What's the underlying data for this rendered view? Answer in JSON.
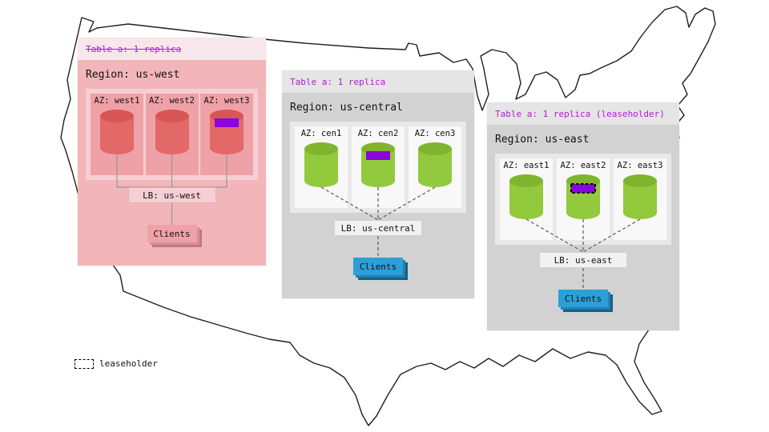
{
  "legend": {
    "label": "leaseholder"
  },
  "colors": {
    "table_label_purple": "#b11ccf",
    "range_purple": "#8b06dd",
    "cyl_red_body": "#e36868",
    "cyl_red_top": "#d85656",
    "cyl_green_body": "#93c93c",
    "cyl_green_top": "#7fb52e",
    "clients_blue": "#2d9fd8",
    "clients_pink": "#efa1a8"
  },
  "regions": [
    {
      "table_label": "Table a: 1 replica",
      "table_label_struck": true,
      "region_label": "Region: us-west",
      "azs": [
        "AZ: west1",
        "AZ: west2",
        "AZ: west3"
      ],
      "replica_az": "AZ: west3",
      "leaseholder": false,
      "lb_label": "LB: us-west",
      "clients_label": "Clients"
    },
    {
      "table_label": "Table a: 1 replica",
      "table_label_struck": false,
      "region_label": "Region: us-central",
      "azs": [
        "AZ: cen1",
        "AZ: cen2",
        "AZ: cen3"
      ],
      "replica_az": "AZ: cen2",
      "leaseholder": false,
      "lb_label": "LB: us-central",
      "clients_label": "Clients"
    },
    {
      "table_label": "Table a: 1 replica (leaseholder)",
      "table_label_struck": false,
      "region_label": "Region: us-east",
      "azs": [
        "AZ: east1",
        "AZ: east2",
        "AZ: east3"
      ],
      "replica_az": "AZ: east2",
      "leaseholder": true,
      "lb_label": "LB: us-east",
      "clients_label": "Clients"
    }
  ]
}
